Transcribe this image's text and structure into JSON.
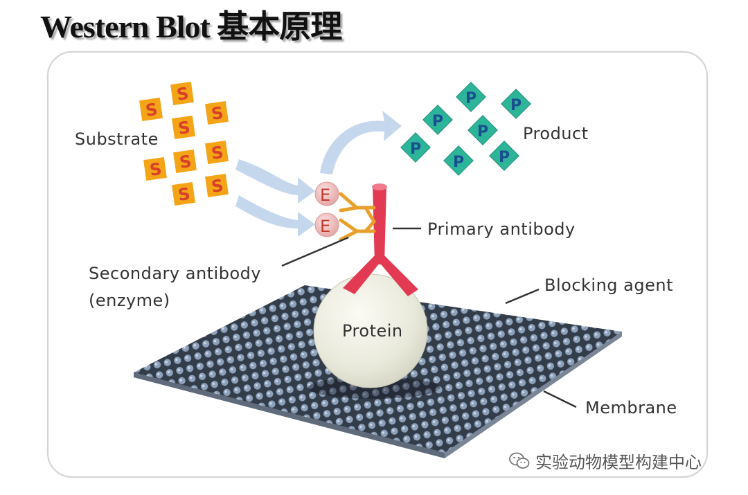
{
  "title": "Western Blot 基本原理",
  "labels": {
    "substrate": "Substrate",
    "product": "Product",
    "primary_antibody": "Primary antibody",
    "secondary_antibody_line1": "Secondary antibody",
    "secondary_antibody_line2": "(enzyme)",
    "blocking_agent": "Blocking agent",
    "protein": "Protein",
    "membrane": "Membrane"
  },
  "glyphs": {
    "substrate": "S",
    "product": "P",
    "enzyme": "E"
  },
  "watermark": {
    "text": "实验动物模型构建中心",
    "icon": "wechat-icon"
  },
  "colors": {
    "substrate_fill": "#f4a417",
    "substrate_letter": "#d8402a",
    "product_fill": "#2db59a",
    "product_letter": "#1a4f8f",
    "antibody": "#e23a53",
    "enzyme_fill": "#f2c2c2",
    "arrow": "#c4d7ec",
    "membrane": "#3c4654",
    "membrane_dot": "#8fa3bd",
    "protein": "#ececdf"
  }
}
